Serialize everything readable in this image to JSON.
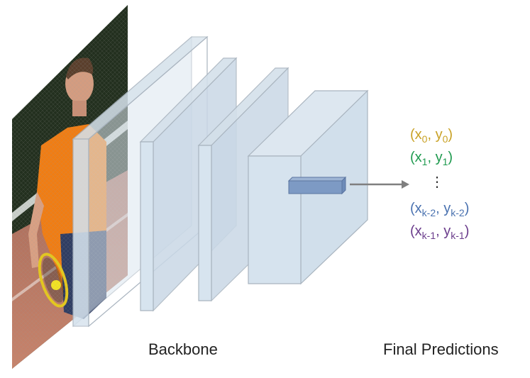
{
  "labels": {
    "backbone": "Backbone",
    "final_predictions": "Final Predictions"
  },
  "predictions": [
    {
      "x": "x",
      "xs": "0",
      "y": "y",
      "ys": "0",
      "color": "#c9a227"
    },
    {
      "x": "x",
      "xs": "1",
      "y": "y",
      "ys": "1",
      "color": "#1f9a4f"
    },
    {
      "ellipsis": "⋮",
      "color": "#333333"
    },
    {
      "x": "x",
      "xs": "k-2",
      "y": "y",
      "ys": "k-2",
      "color": "#4a72b0"
    },
    {
      "x": "x",
      "xs": "k-1",
      "y": "y",
      "ys": "k-1",
      "color": "#6b3d8c"
    }
  ],
  "colors": {
    "layer_face": "#cfdde9",
    "layer_edge": "#a9b4bf",
    "feature_vector": "#7d9ac4",
    "arrow": "#7f7f7f",
    "shirt": "#f07d14"
  }
}
